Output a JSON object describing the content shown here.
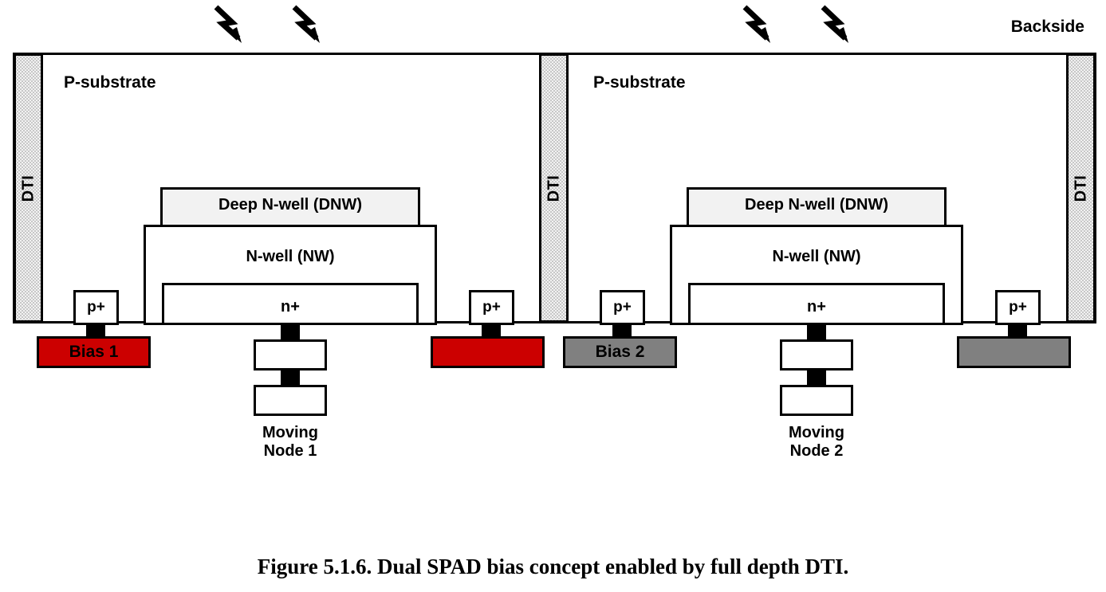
{
  "figure": {
    "caption": "Figure 5.1.6. Dual SPAD bias concept enabled by full depth DTI.",
    "backside_label": "Backside"
  },
  "colors": {
    "red_bias": "#CC0000",
    "gray_bias": "#808080",
    "dnw_fill": "#F2F2F2",
    "dti_fill": "#F2F2F2",
    "outline": "#000000",
    "substrate_fill": "#FFFFFF"
  },
  "labels": {
    "substrate": "P-substrate",
    "dti": "DTI",
    "deep_n_well": "Deep N-well (DNW)",
    "n_well": "N-well (NW)",
    "n_plus": "n+",
    "p_plus": "p+"
  },
  "dti_pillars": [
    {
      "id": "dti-left",
      "label": "DTI"
    },
    {
      "id": "dti-middle",
      "label": "DTI"
    },
    {
      "id": "dti-right",
      "label": "DTI"
    }
  ],
  "cells": [
    {
      "id": "spad-left",
      "substrate_label": "P-substrate",
      "deep_n_well_label": "Deep N-well (DNW)",
      "n_well_label": "N-well (NW)",
      "n_plus_label": "n+",
      "p_plus_left_label": "p+",
      "p_plus_right_label": "p+",
      "bias_label": "Bias 1",
      "bias_color": "#CC0000",
      "bias_right_color": "#CC0000",
      "moving_node_label": "Moving\nNode 1"
    },
    {
      "id": "spad-right",
      "substrate_label": "P-substrate",
      "deep_n_well_label": "Deep N-well (DNW)",
      "n_well_label": "N-well (NW)",
      "n_plus_label": "n+",
      "p_plus_left_label": "p+",
      "p_plus_right_label": "p+",
      "bias_label": "Bias 2",
      "bias_color": "#808080",
      "bias_right_color": "#808080",
      "moving_node_label": "Moving\nNode 2"
    }
  ],
  "photon_arrows": [
    {
      "id": "photon-arrow-1"
    },
    {
      "id": "photon-arrow-2"
    },
    {
      "id": "photon-arrow-3"
    },
    {
      "id": "photon-arrow-4"
    }
  ]
}
